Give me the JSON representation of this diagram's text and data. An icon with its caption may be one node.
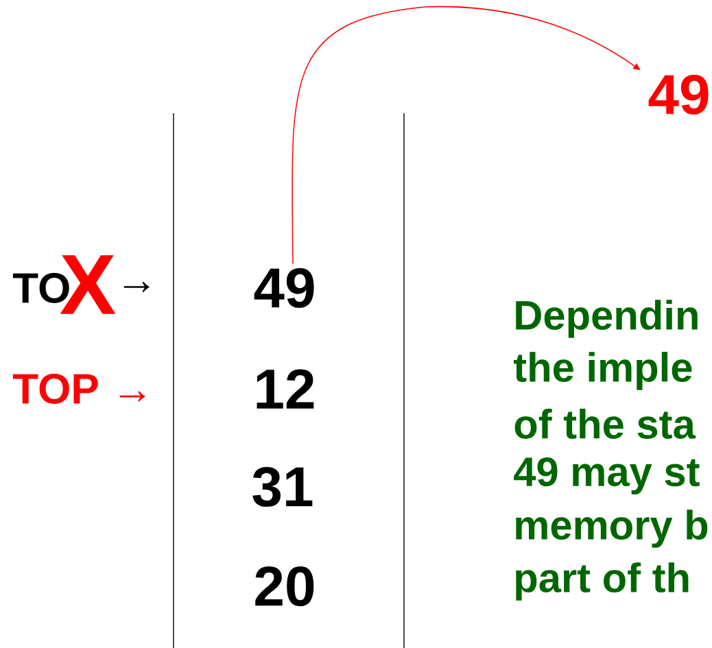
{
  "diagram": {
    "nodes": [
      {
        "text": [
          "49"
        ]
      },
      {
        "text": [
          "12"
        ]
      },
      {
        "text": [
          "31"
        ]
      },
      {
        "text": [
          "20"
        ]
      },
      {
        "text": [
          "49"
        ]
      }
    ],
    "edges": [
      {
        "from": 0,
        "to": 4,
        "arrow": "to",
        "color": "#ff0000"
      }
    ],
    "labels": [
      "TO",
      "X",
      "→",
      "TOP →",
      "Dependin",
      "the imple",
      "of the sta",
      "49 may st",
      "memory b",
      "part of th"
    ]
  }
}
